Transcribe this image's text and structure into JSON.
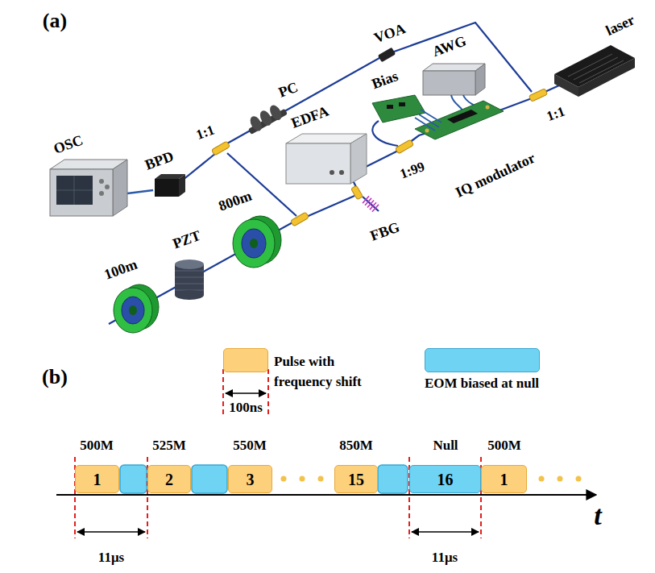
{
  "diagram": {
    "nodes": [
      {
        "text": [
          "1"
        ]
      },
      {
        "text": [
          "2"
        ]
      },
      {
        "text": [
          "3"
        ]
      },
      {
        "text": [
          "15"
        ]
      },
      {
        "text": [
          "16"
        ]
      },
      {
        "text": [
          "1"
        ]
      }
    ],
    "labels": [
      "(a)",
      "laser",
      "1:1",
      "AWG",
      "VOA",
      "Bias",
      "1:99",
      "IQ modulator",
      "PC",
      "EDFA",
      "FBG",
      "1:1",
      "BPD",
      "OSC",
      "100m",
      "PZT",
      "800m",
      "(b)",
      "100ns",
      "500M",
      "525M",
      "550M",
      "850M",
      "Null",
      "500M",
      "11μs",
      "11μs",
      "t"
    ],
    "legend": [
      {
        "text": "Pulse with frequency shift",
        "color": "#fdd17b"
      },
      {
        "text": "EOM biased at null",
        "color": "#6fd4f3"
      }
    ]
  }
}
